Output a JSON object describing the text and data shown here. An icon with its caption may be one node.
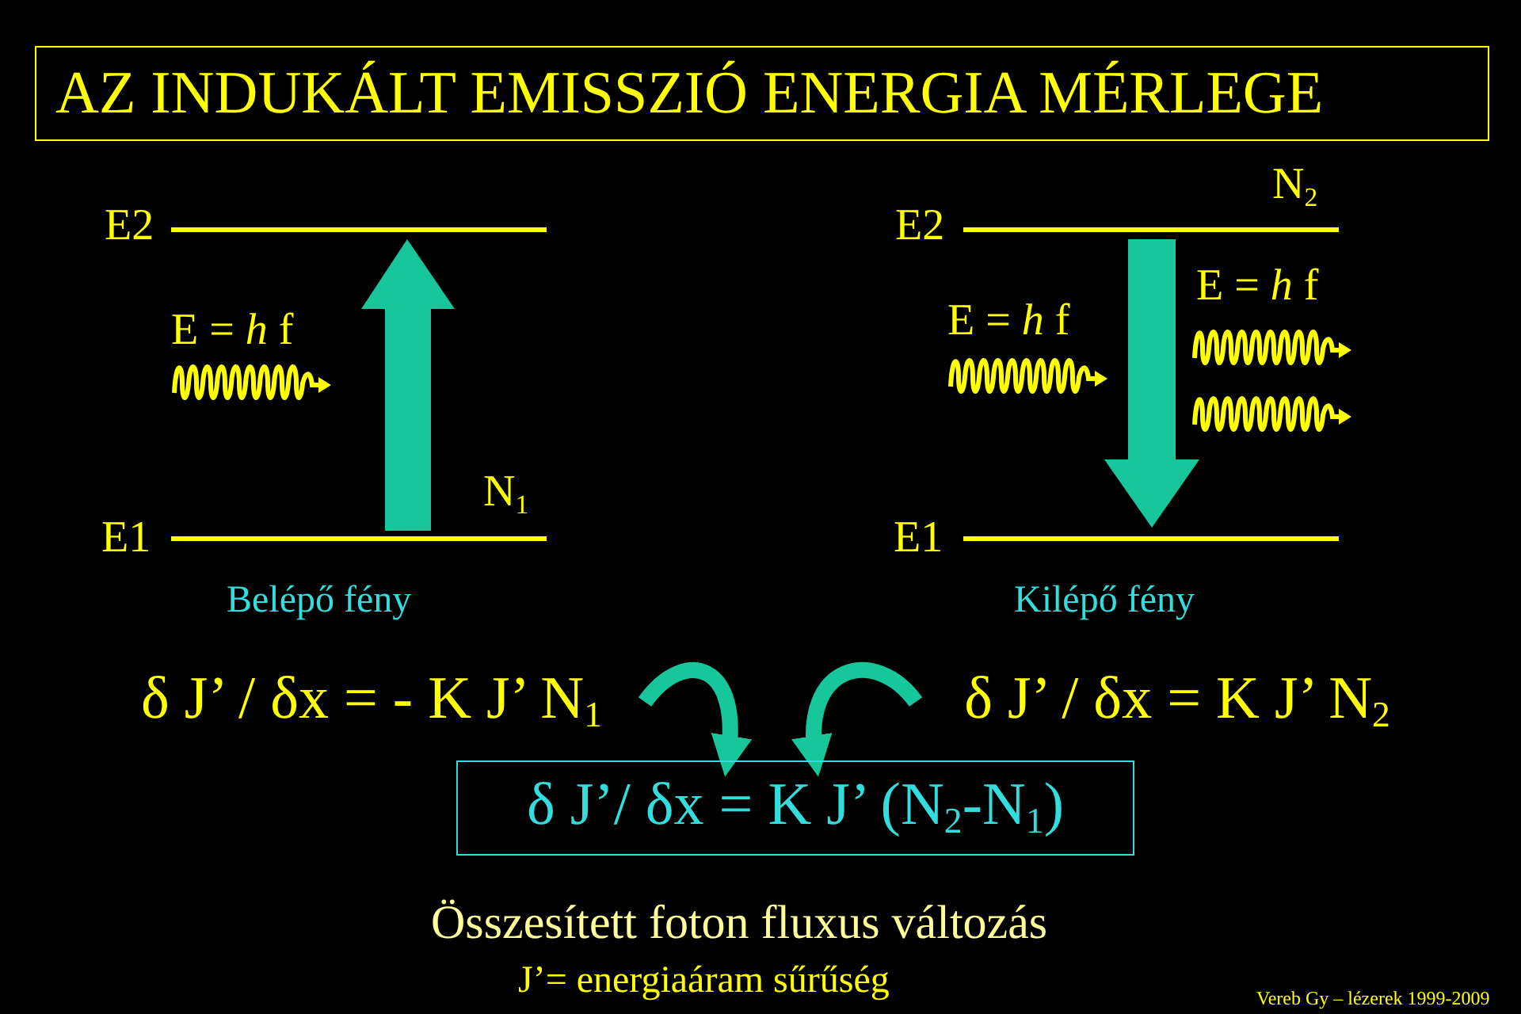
{
  "diagram": {
    "title": "AZ INDUKÁLT EMISSZIÓ ENERGIA MÉRLEGE",
    "nodes": [
      {
        "text": [
          "δ J’ / δx = - K J’ N$_{1}$"
        ]
      },
      {
        "text": [
          "δ J’ / δx = K J’ N$_{2}$"
        ]
      },
      {
        "text": [
          "δ J’/ δx = K J’ (N$_{2}$-N$_{1}$)"
        ]
      }
    ],
    "edges": [
      {
        "from": 0,
        "to": 2,
        "arrow": "to"
      },
      {
        "from": 1,
        "to": 2,
        "arrow": "to"
      }
    ],
    "labels": [
      "E2",
      "E = *h* f",
      "N$_{1}$",
      "E1",
      "Belépő fény",
      "E2",
      "N$_{2}$",
      "E = *h* f",
      "E = *h* f",
      "E1",
      "Kilépő fény",
      "Összesített foton fluxus változás",
      "J’= energiaáram sűrűség",
      "Vereb Gy – lézerek 1999-2009"
    ]
  }
}
